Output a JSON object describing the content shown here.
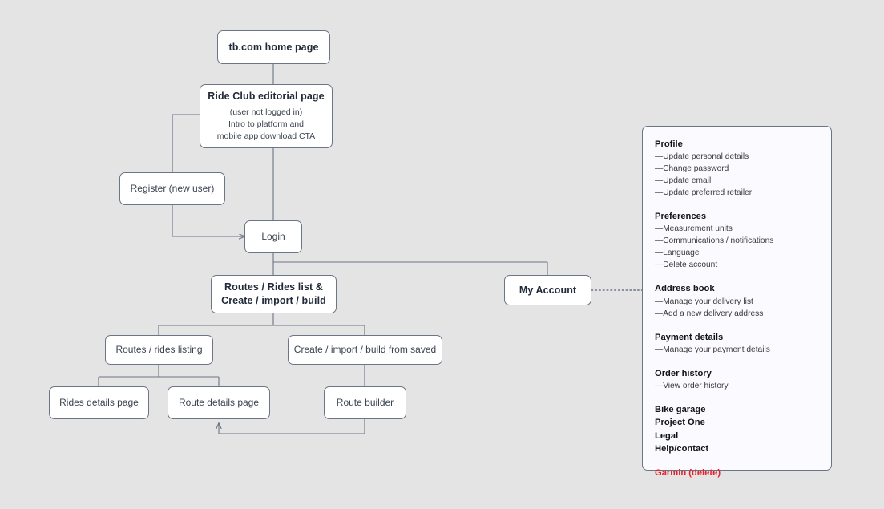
{
  "diagram": {
    "title": "Site flow diagram",
    "background_color": "#e4e4e4",
    "node_border_color": "#6b7585",
    "connector_color": "#6b7585",
    "accent_danger_color": "#e8202a"
  },
  "nodes": {
    "home": {
      "label": "tb.com home page"
    },
    "editorial": {
      "label": "Ride Club editorial page",
      "sub_line_1": "(user not logged in)",
      "sub_line_2": "Intro to platform and",
      "sub_line_3": "mobile app download CTA"
    },
    "register": {
      "label": "Register (new user)"
    },
    "login": {
      "label": "Login"
    },
    "routes_hub": {
      "line_1": "Routes / Rides list &",
      "line_2": "Create / import / build"
    },
    "my_account": {
      "label": "My Account"
    },
    "routes_listing": {
      "label": "Routes / rides listing"
    },
    "create_import": {
      "label": "Create / import / build from saved"
    },
    "rides_details": {
      "label": "Rides details page"
    },
    "route_details": {
      "label": "Route details page"
    },
    "route_builder": {
      "label": "Route builder"
    }
  },
  "account_panel": {
    "groups": [
      {
        "heading": "Profile",
        "items": [
          "—Update personal details",
          "—Change password",
          "—Update email",
          "—Update preferred retailer"
        ]
      },
      {
        "heading": "Preferences",
        "items": [
          "—Measurement units",
          "—Communications / notifications",
          "—Language",
          "—Delete account"
        ]
      },
      {
        "heading": "Address book",
        "items": [
          "—Manage your delivery list",
          "—Add a new delivery address"
        ]
      },
      {
        "heading": "Payment details",
        "items": [
          "—Manage your payment details"
        ]
      },
      {
        "heading": "Order history",
        "items": [
          "—View order history"
        ]
      }
    ],
    "plain_links": [
      "Bike garage",
      "Project One",
      "Legal",
      "Help/contact"
    ],
    "danger_link": "Garmin (delete)"
  }
}
